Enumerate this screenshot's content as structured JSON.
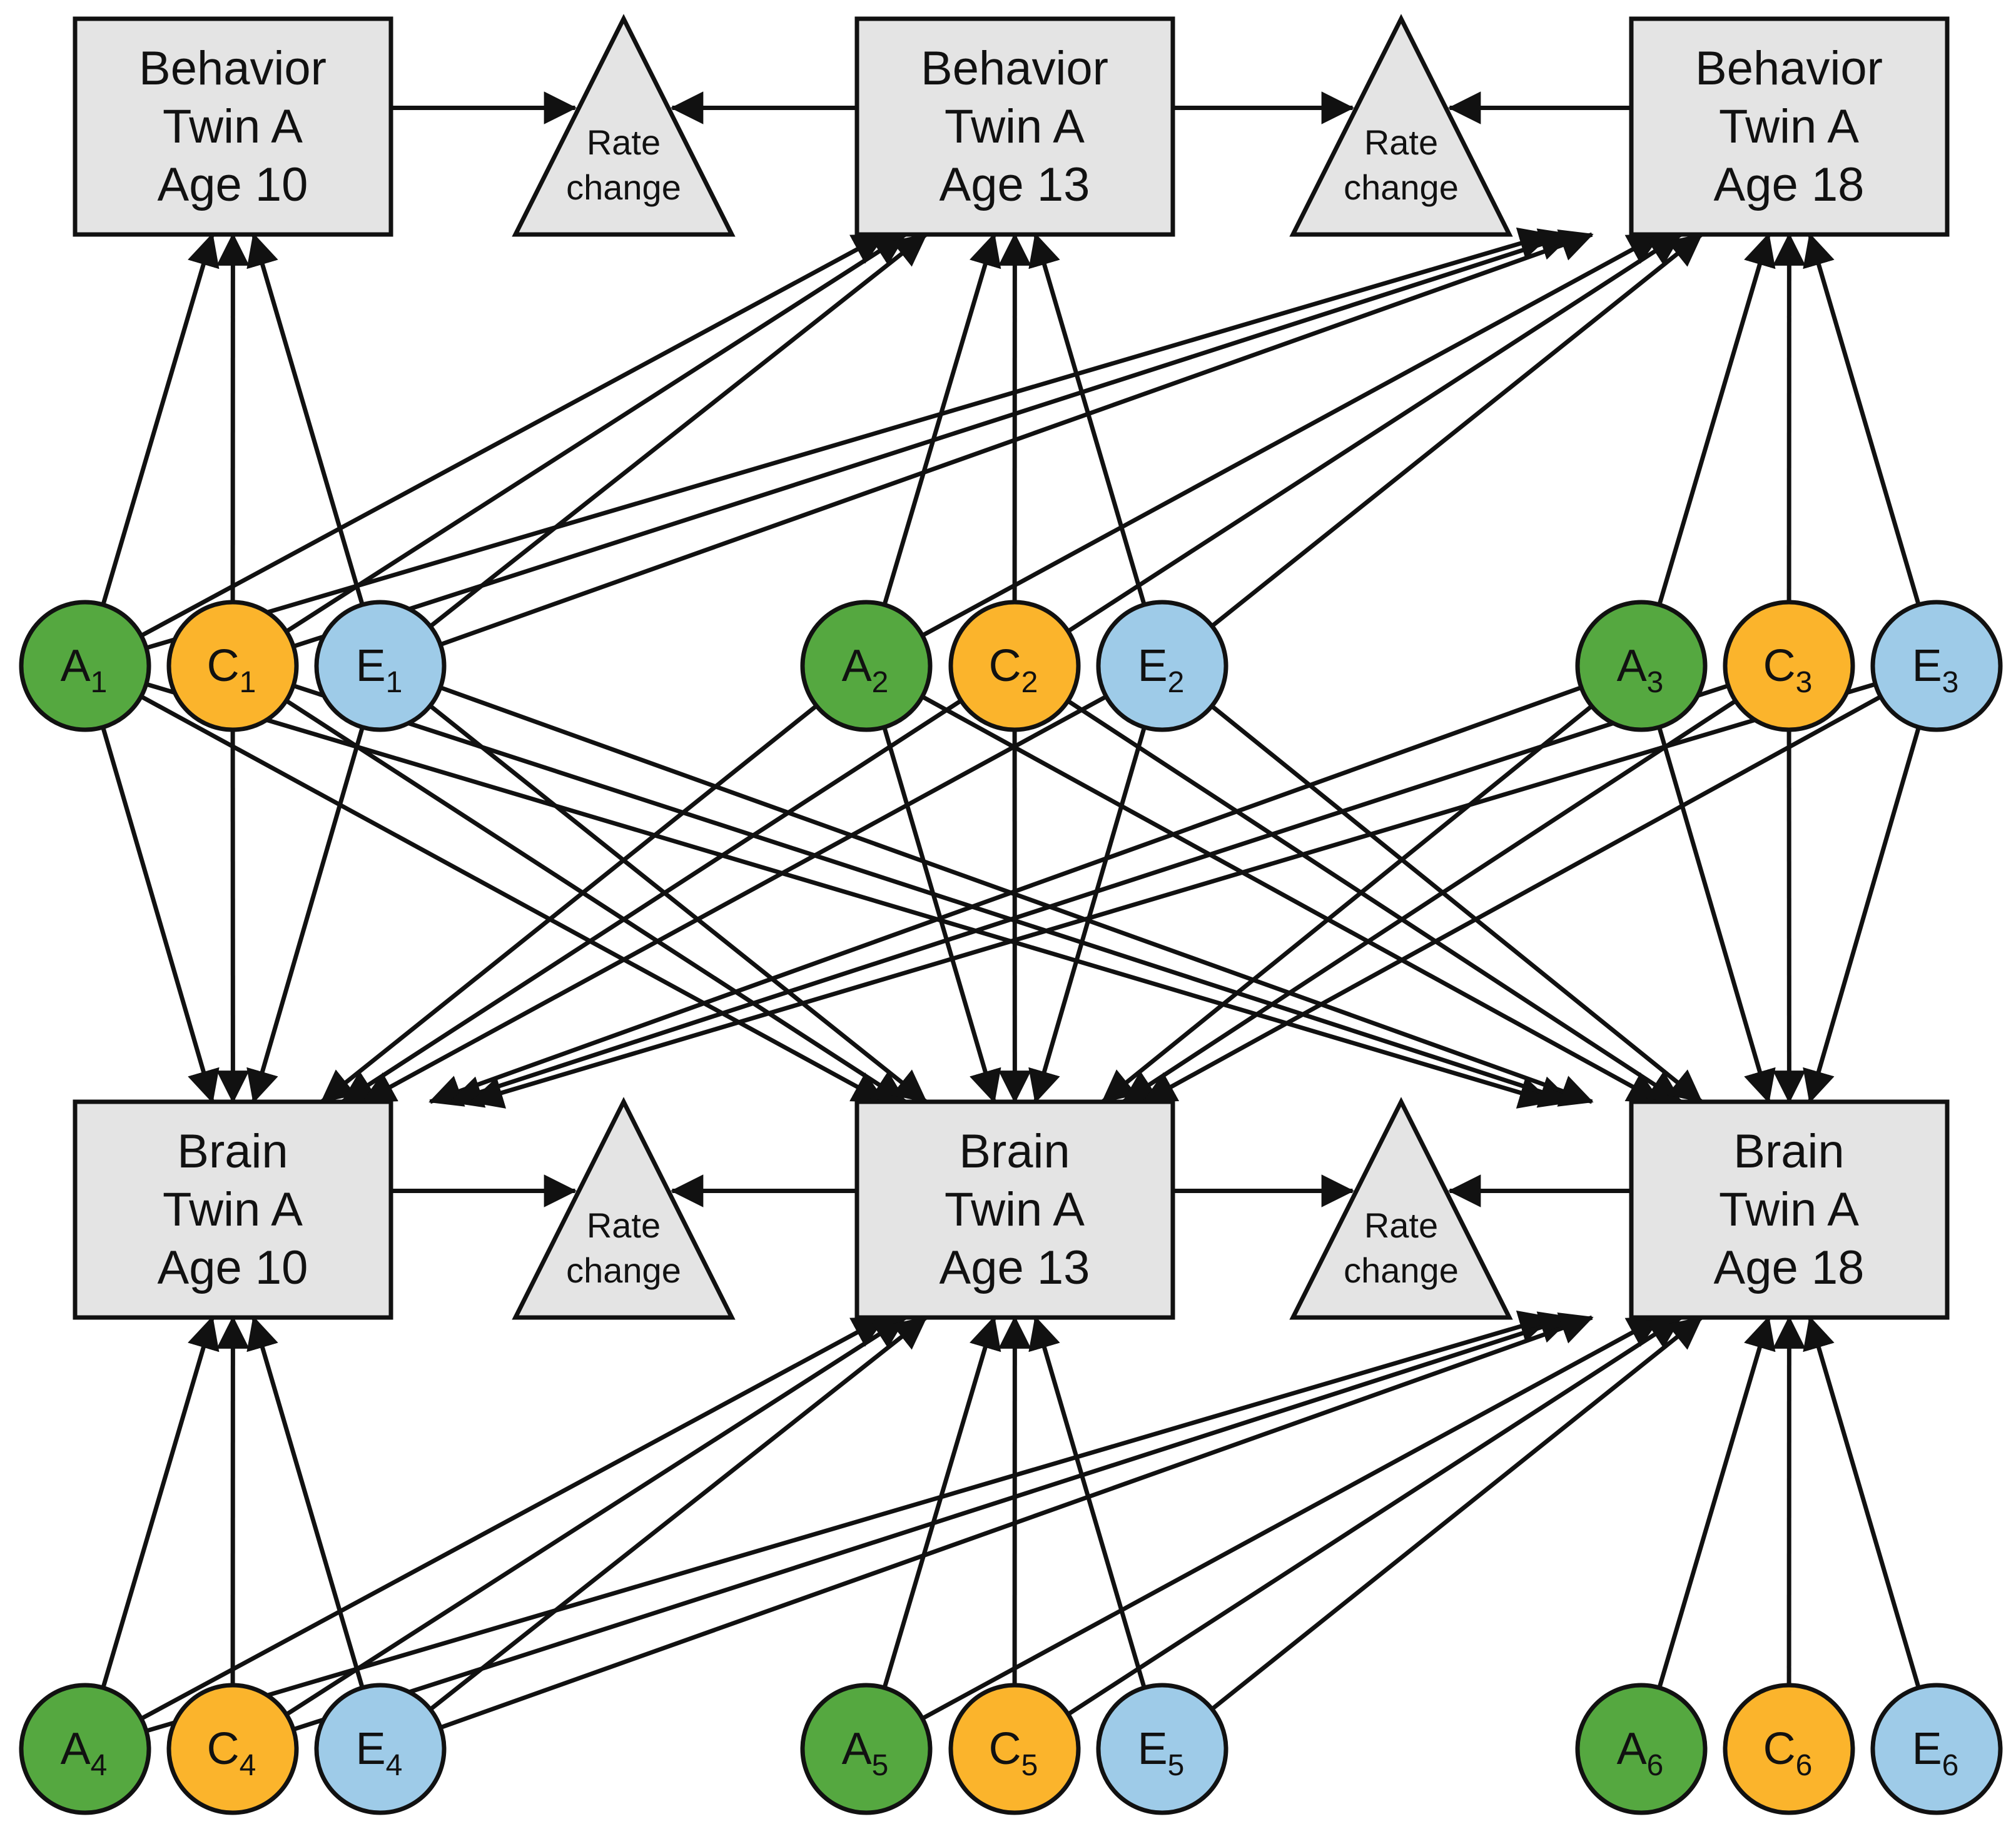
{
  "colors": {
    "A": "#55a840",
    "C": "#fbb42c",
    "E": "#9ecbe8",
    "box": "#e4e4e4",
    "stroke": "#111111"
  },
  "boxes": {
    "b10": {
      "line1": "Behavior",
      "line2": "Twin A",
      "line3": "Age 10"
    },
    "b13": {
      "line1": "Behavior",
      "line2": "Twin A",
      "line3": "Age 13"
    },
    "b18": {
      "line1": "Behavior",
      "line2": "Twin A",
      "line3": "Age 18"
    },
    "r10": {
      "line1": "Brain",
      "line2": "Twin A",
      "line3": "Age 10"
    },
    "r13": {
      "line1": "Brain",
      "line2": "Twin A",
      "line3": "Age 13"
    },
    "r18": {
      "line1": "Brain",
      "line2": "Twin A",
      "line3": "Age 18"
    }
  },
  "rate_nodes": [
    {
      "line1": "Rate",
      "line2": "change"
    },
    {
      "line1": "Rate",
      "line2": "change"
    },
    {
      "line1": "Rate",
      "line2": "change"
    },
    {
      "line1": "Rate",
      "line2": "change"
    }
  ],
  "factors": [
    {
      "letter": "A",
      "sub": "1"
    },
    {
      "letter": "C",
      "sub": "1"
    },
    {
      "letter": "E",
      "sub": "1"
    },
    {
      "letter": "A",
      "sub": "2"
    },
    {
      "letter": "C",
      "sub": "2"
    },
    {
      "letter": "E",
      "sub": "2"
    },
    {
      "letter": "A",
      "sub": "3"
    },
    {
      "letter": "C",
      "sub": "3"
    },
    {
      "letter": "E",
      "sub": "3"
    },
    {
      "letter": "A",
      "sub": "4"
    },
    {
      "letter": "C",
      "sub": "4"
    },
    {
      "letter": "E",
      "sub": "4"
    },
    {
      "letter": "A",
      "sub": "5"
    },
    {
      "letter": "C",
      "sub": "5"
    },
    {
      "letter": "E",
      "sub": "5"
    },
    {
      "letter": "A",
      "sub": "6"
    },
    {
      "letter": "C",
      "sub": "6"
    },
    {
      "letter": "E",
      "sub": "6"
    }
  ],
  "paths": [
    {
      "from": "A1",
      "to": [
        "b10",
        "b13",
        "b18",
        "r10",
        "r13",
        "r18"
      ]
    },
    {
      "from": "C1",
      "to": [
        "b10",
        "b13",
        "b18",
        "r10",
        "r13",
        "r18"
      ]
    },
    {
      "from": "E1",
      "to": [
        "b10",
        "b13",
        "b18",
        "r10",
        "r13",
        "r18"
      ]
    },
    {
      "from": "A2",
      "to": [
        "b13",
        "b18",
        "r10",
        "r13",
        "r18"
      ]
    },
    {
      "from": "C2",
      "to": [
        "b13",
        "b18",
        "r10",
        "r13",
        "r18"
      ]
    },
    {
      "from": "E2",
      "to": [
        "b13",
        "b18",
        "r10",
        "r13",
        "r18"
      ]
    },
    {
      "from": "A3",
      "to": [
        "b18",
        "r10",
        "r13",
        "r18"
      ]
    },
    {
      "from": "C3",
      "to": [
        "b18",
        "r10",
        "r13",
        "r18"
      ]
    },
    {
      "from": "E3",
      "to": [
        "b18",
        "r10",
        "r13",
        "r18"
      ]
    },
    {
      "from": "A4",
      "to": [
        "r10",
        "r13",
        "r18"
      ]
    },
    {
      "from": "C4",
      "to": [
        "r10",
        "r13",
        "r18"
      ]
    },
    {
      "from": "E4",
      "to": [
        "r10",
        "r13",
        "r18"
      ]
    },
    {
      "from": "A5",
      "to": [
        "r13",
        "r18"
      ]
    },
    {
      "from": "C5",
      "to": [
        "r13",
        "r18"
      ]
    },
    {
      "from": "E5",
      "to": [
        "r13",
        "r18"
      ]
    },
    {
      "from": "A6",
      "to": [
        "r18"
      ]
    },
    {
      "from": "C6",
      "to": [
        "r18"
      ]
    },
    {
      "from": "E6",
      "to": [
        "r18"
      ]
    }
  ],
  "rate_links": [
    {
      "from": "b10",
      "to": 0
    },
    {
      "from": "b13",
      "to": 0
    },
    {
      "from": "b13",
      "to": 1
    },
    {
      "from": "b18",
      "to": 1
    },
    {
      "from": "r10",
      "to": 2
    },
    {
      "from": "r13",
      "to": 2
    },
    {
      "from": "r13",
      "to": 3
    },
    {
      "from": "r18",
      "to": 3
    }
  ]
}
